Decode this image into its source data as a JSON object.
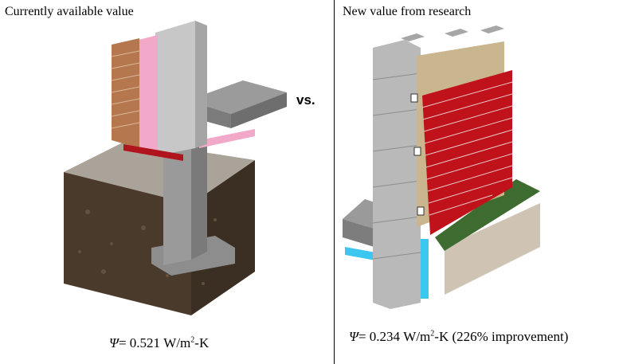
{
  "left": {
    "caption": "Currently available value",
    "psi_symbol": "Ψ",
    "value_text": "= 0.521 W/m",
    "exp": "2",
    "unit_tail": "-K"
  },
  "middle": {
    "vs": "vs."
  },
  "right": {
    "caption": "New value from research",
    "psi_symbol": "Ψ",
    "value_text": "= 0.234 W/m",
    "exp": "2",
    "unit_tail": "-K (226% improvement)"
  },
  "colors": {
    "brick_tan": "#b5774d",
    "brick_red": "#c0121b",
    "insulation_pink": "#f2a9c9",
    "concrete": "#8d8d8d",
    "soil": "#4a3a2c",
    "grass": "#3e6b2f",
    "waterproof_blue": "#3bc7f0"
  }
}
